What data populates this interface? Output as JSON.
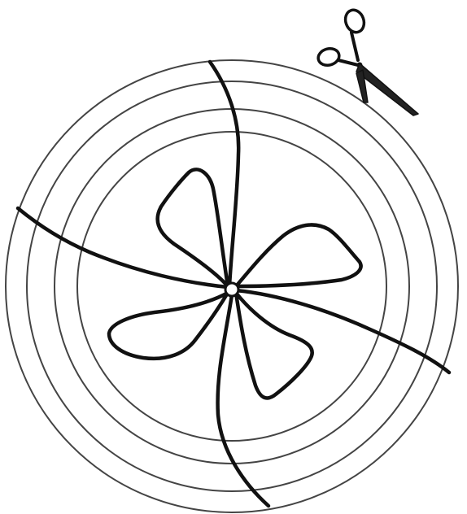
{
  "diagram": {
    "type": "cut-out craft template",
    "rings": 4,
    "segments": 4,
    "petals": 4,
    "colors": {
      "line": "#111111",
      "ring": "#444444",
      "background": "#ffffff"
    },
    "icons": [
      "scissors-icon"
    ]
  }
}
